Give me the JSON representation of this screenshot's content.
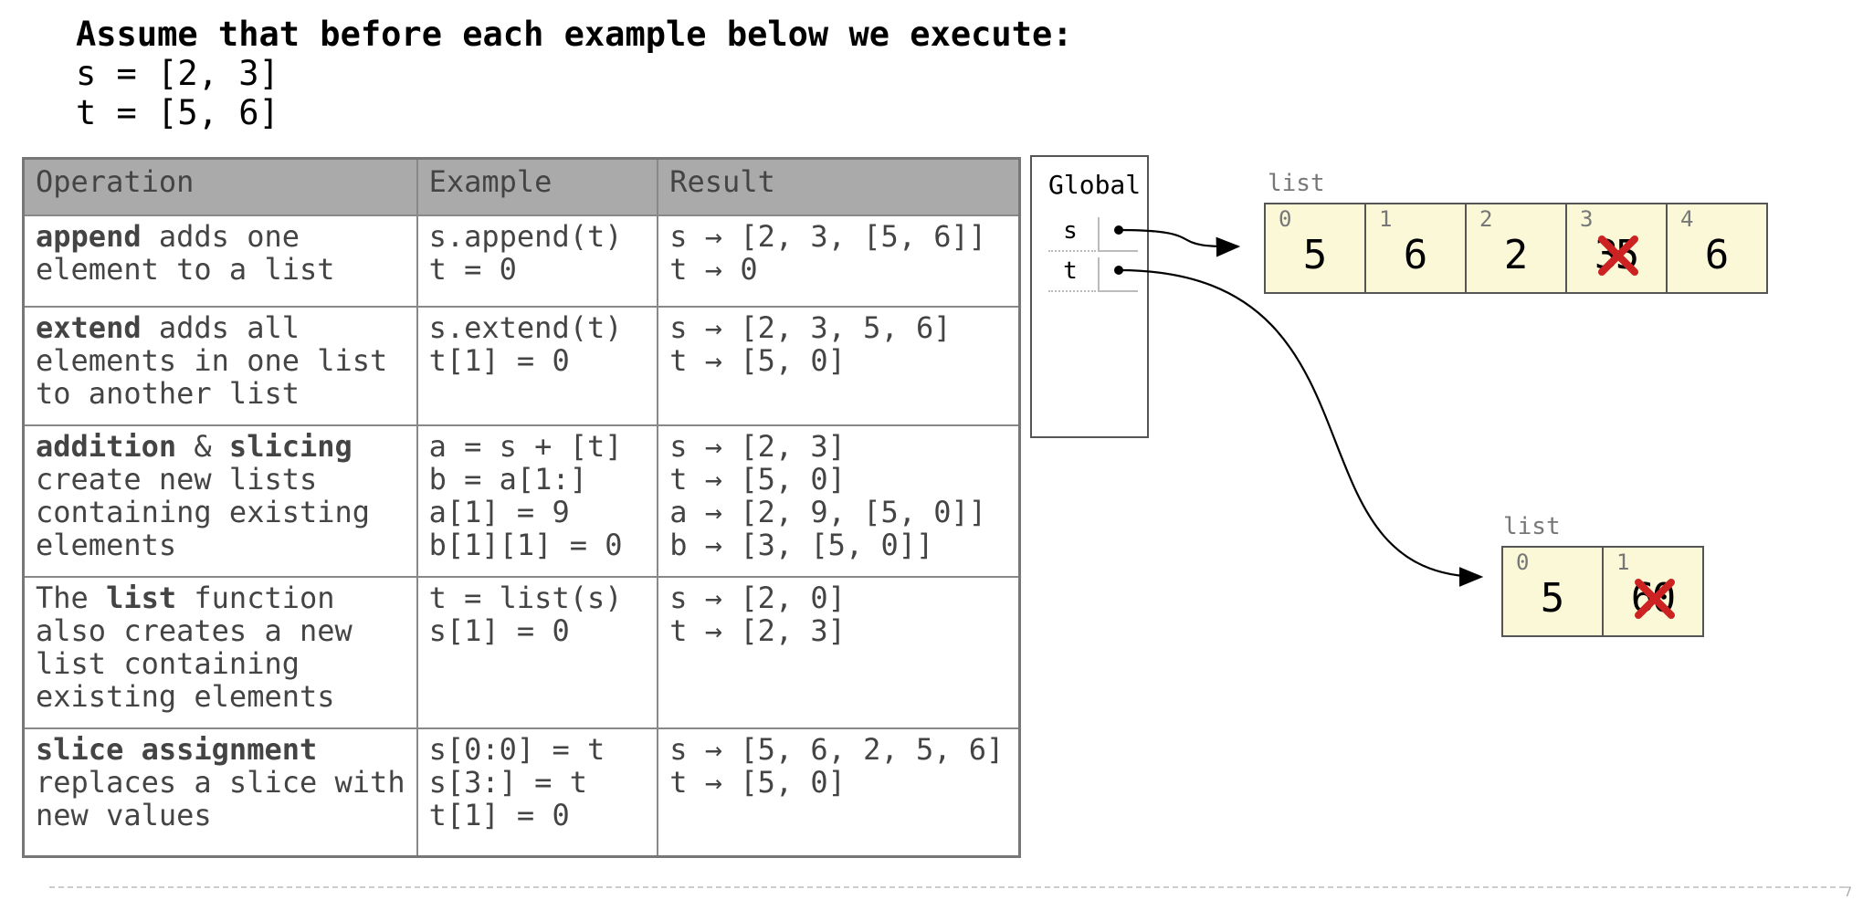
{
  "header": {
    "line1": "Assume that before each example below we execute:",
    "line2": "s = [2, 3]",
    "line3": "t = [5, 6]"
  },
  "table": {
    "headers": [
      "Operation",
      "Example",
      "Result"
    ],
    "rows": [
      {
        "op_bold": "append",
        "op_rest": " adds one\nelement to a list",
        "example": "s.append(t)\nt = 0",
        "result": "s → [2, 3, [5, 6]]\nt → 0"
      },
      {
        "op_bold": "extend",
        "op_rest": " adds all\nelements in one list\nto another list",
        "example": "s.extend(t)\nt[1] = 0",
        "result": "s → [2, 3, 5, 6]\nt → [5, 0]"
      },
      {
        "op_bold": "addition",
        "op_mid": " & ",
        "op_bold2": "slicing",
        "op_rest": "\ncreate new lists\ncontaining existing\nelements",
        "example": "a = s + [t]\nb = a[1:]\na[1] = 9\nb[1][1] = 0",
        "result": "s → [2, 3]\nt → [5, 0]\na → [2, 9, [5, 0]]\nb → [3, [5, 0]]"
      },
      {
        "op_pre": "The ",
        "op_bold": "list",
        "op_rest": " function\nalso creates a new\nlist containing\nexisting elements",
        "example": "t = list(s)\ns[1] = 0",
        "result": "s → [2, 0]\nt → [2, 3]"
      },
      {
        "op_bold": "slice assignment",
        "op_rest": "\nreplaces a slice with\nnew values",
        "example": "s[0:0] = t\ns[3:] = t\nt[1] = 0",
        "result": "s → [5, 6, 2, 5, 6]\nt → [5, 0]"
      }
    ]
  },
  "frame": {
    "title": "Global",
    "vars": [
      "s",
      "t"
    ]
  },
  "list_s": {
    "label": "list",
    "items": [
      {
        "index": "0",
        "value": "5",
        "crossed": false
      },
      {
        "index": "1",
        "value": "6",
        "crossed": false
      },
      {
        "index": "2",
        "value": "2",
        "crossed": false
      },
      {
        "index": "3",
        "old": "3",
        "value": "5",
        "crossed": true
      },
      {
        "index": "4",
        "value": "6",
        "crossed": false
      }
    ]
  },
  "list_t": {
    "label": "list",
    "items": [
      {
        "index": "0",
        "value": "5",
        "crossed": false
      },
      {
        "index": "1",
        "old": "6",
        "value": "0",
        "crossed": true
      }
    ]
  },
  "colors": {
    "box_fill": "#fbf8d8",
    "cross": "#cc2222",
    "header_bg": "#aaaaaa"
  },
  "page_number": "7"
}
